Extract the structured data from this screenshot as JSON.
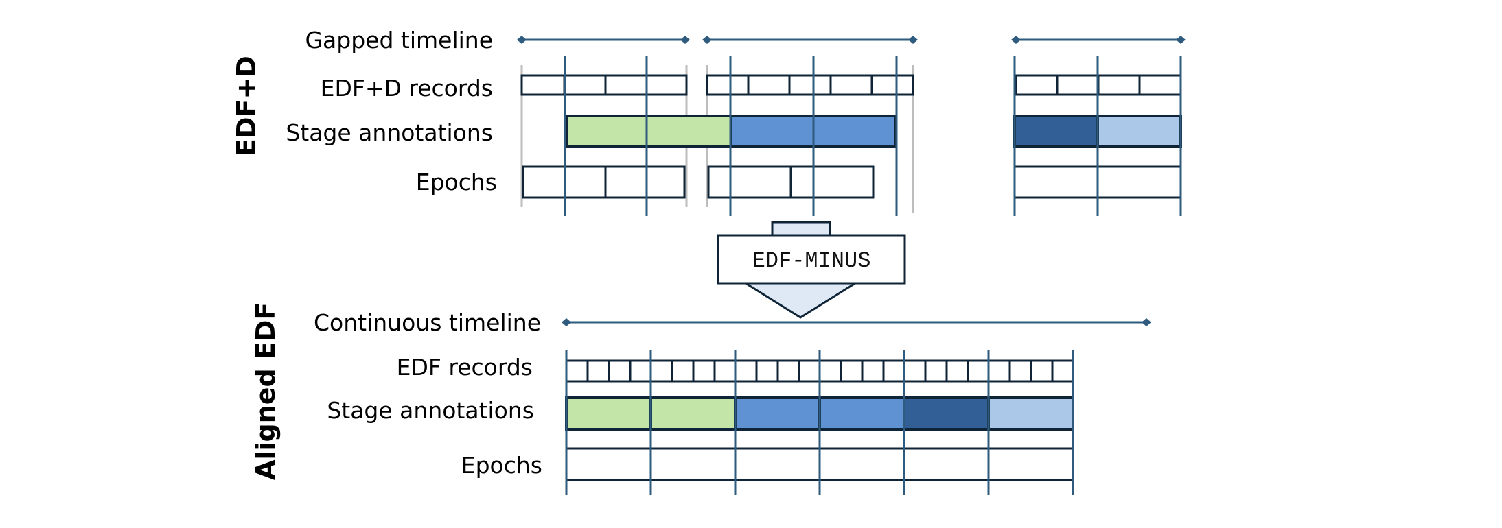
{
  "sections": {
    "top": "EDF+D",
    "bottom": "Aligned EDF"
  },
  "labels": {
    "gapped_timeline": "Gapped timeline",
    "edfd_records": "EDF+D records",
    "stage_annotations_top": "Stage annotations",
    "epochs_top": "Epochs",
    "continuous_timeline": "Continuous timeline",
    "edf_records": "EDF records",
    "stage_annotations_bottom": "Stage annotations",
    "epochs_bottom": "Epochs"
  },
  "tool": {
    "name": "EDF-MINUS"
  },
  "colors": {
    "grid_line": "#2e5b7e",
    "border": "#0f2436",
    "gray_line": "#bdbdbd",
    "stage_green": "#c3e5a8",
    "stage_mid_blue": "#5f92d3",
    "stage_dark_blue": "#325f96",
    "stage_light_blue": "#abc8e9",
    "arrow_fill": "#dfe9f5"
  }
}
